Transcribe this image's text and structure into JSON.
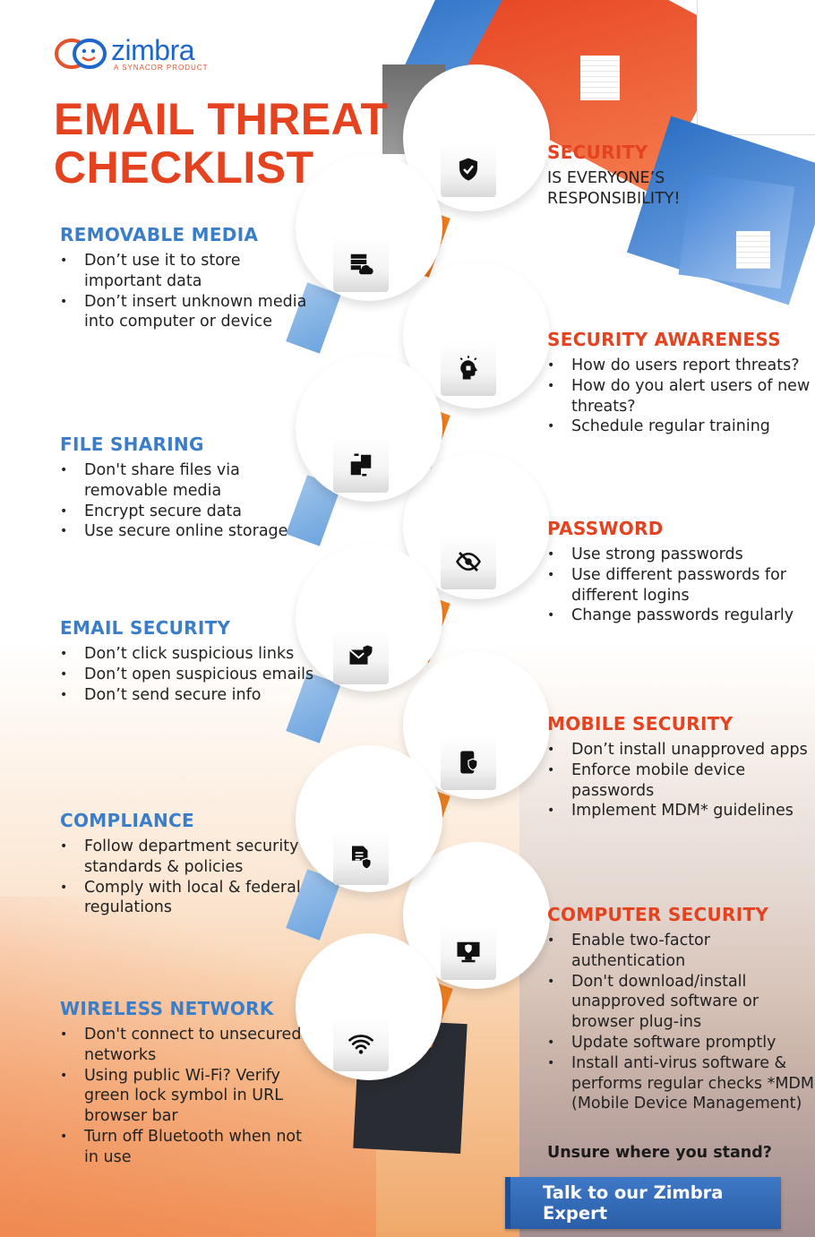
{
  "brand": {
    "name": "zimbra",
    "tagline": "A SYNACOR PRODUCT",
    "logo_icon": "smiley-bubble-logo"
  },
  "title": {
    "line1": "EMAIL THREAT",
    "line2": "CHECKLIST"
  },
  "left_sections": [
    {
      "heading": "REMOVABLE MEDIA",
      "items": [
        "Don’t use it to store important data",
        "Don’t insert unknown media into computer or device"
      ],
      "icon": "server-cloud-icon"
    },
    {
      "heading": "FILE SHARING",
      "items": [
        "Don't share files via removable media",
        "Encrypt secure data",
        "Use secure online storage"
      ],
      "icon": "file-transfer-icon"
    },
    {
      "heading": "EMAIL SECURITY",
      "items": [
        "Don’t click suspicious links",
        "Don’t open suspicious emails",
        "Don’t send secure info"
      ],
      "icon": "mail-shield-icon"
    },
    {
      "heading": "COMPLIANCE",
      "items": [
        "Follow department security standards & policies",
        "Comply with local & federal regulations"
      ],
      "icon": "document-shield-icon"
    },
    {
      "heading": "WIRELESS NETWORK",
      "items": [
        "Don't connect to unsecured networks",
        "Using public Wi-Fi? Verify green lock symbol in URL browser bar",
        "Turn off Bluetooth when not in use"
      ],
      "icon": "wifi-icon"
    }
  ],
  "right_sections": [
    {
      "heading": "SECURITY",
      "text": "IS EVERYONE’S RESPONSIBILITY!",
      "icon": "shield-check-icon"
    },
    {
      "heading": "SECURITY AWARENESS",
      "items": [
        "How do users report threats?",
        "How do you alert users of new threats?",
        "Schedule regular training"
      ],
      "icon": "head-lock-icon"
    },
    {
      "heading": "PASSWORD",
      "items": [
        "Use strong passwords",
        "Use different passwords for different logins",
        "Change passwords regularly"
      ],
      "icon": "eye-hidden-icon"
    },
    {
      "heading": "MOBILE SECURITY",
      "items": [
        "Don’t install unapproved apps",
        "Enforce mobile device passwords",
        "Implement MDM* guidelines"
      ],
      "icon": "phone-shield-icon"
    },
    {
      "heading": "COMPUTER SECURITY",
      "items": [
        "Enable two-factor authentication",
        "Don't download/install unapproved software or browser plug-ins",
        "Update software promptly",
        "Install anti-virus software & performs regular checks *MDM (Mobile Device Management)"
      ],
      "icon": "monitor-shield-icon"
    }
  ],
  "footer": {
    "question": "Unsure where you stand?",
    "cta_label": "Talk to our Zimbra Expert"
  },
  "colors": {
    "orange_red": "#e5421f",
    "blue": "#3a7ec9",
    "cta_blue": "#2f68b5"
  }
}
